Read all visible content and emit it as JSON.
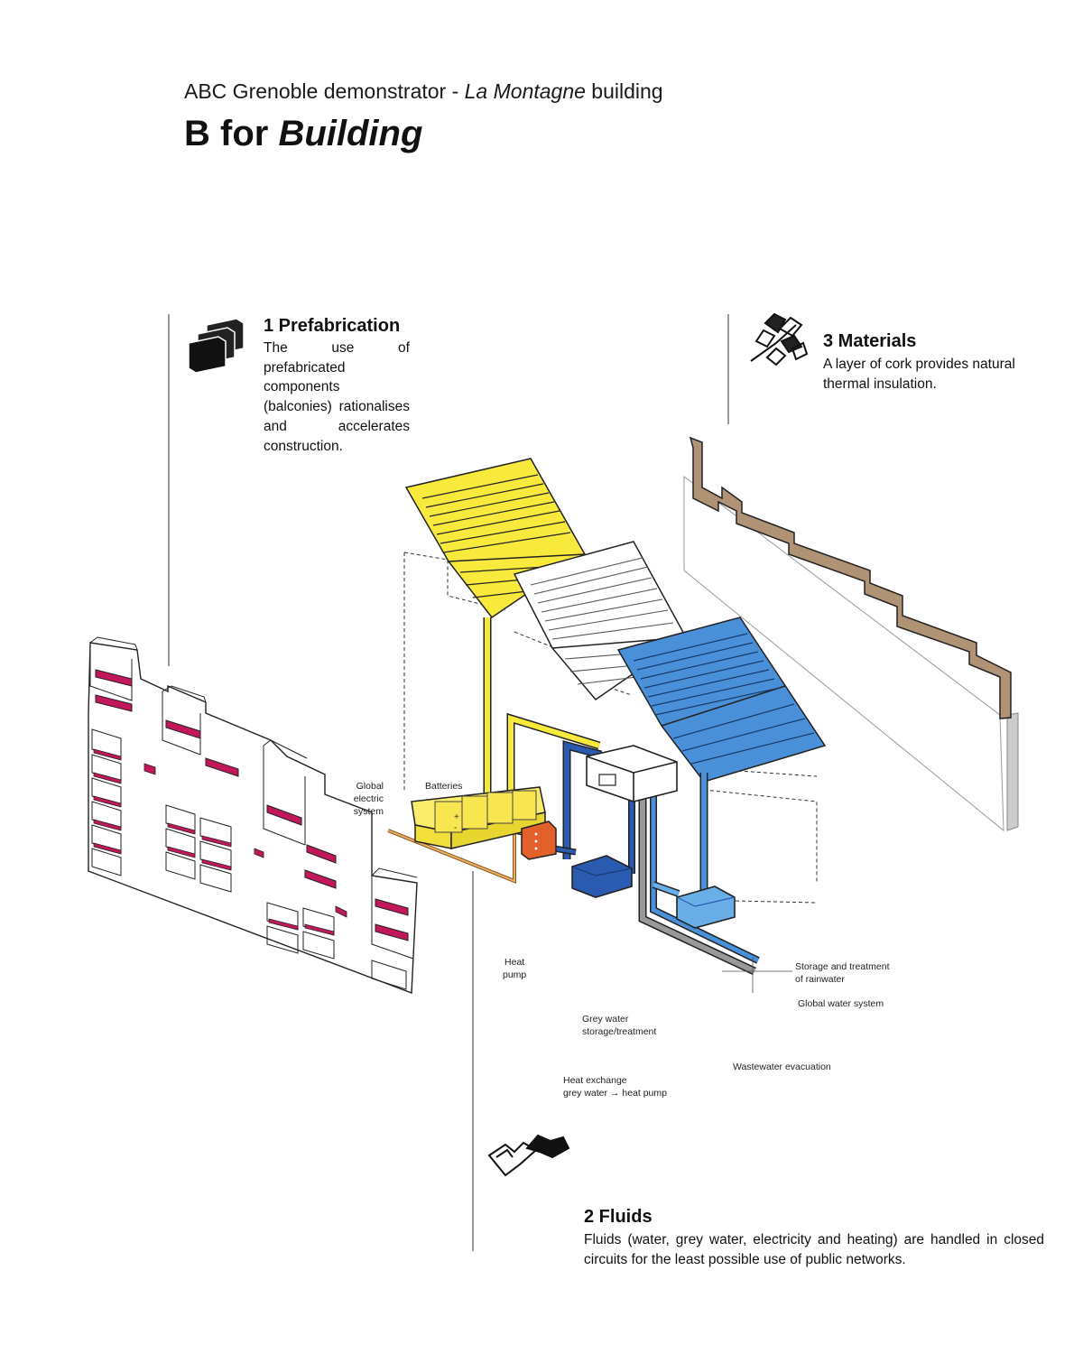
{
  "header": {
    "subtitle_pre": "ABC Grenoble demonstrator - ",
    "subtitle_italic": "La Montagne",
    "subtitle_post": " building",
    "title_pre": "B for ",
    "title_italic": "Building"
  },
  "sections": {
    "prefabrication": {
      "title": "1 Prefabrication",
      "body": "The use of prefabricated components (balconies) rationalises and accelerates construction."
    },
    "materials": {
      "title": "3 Materials",
      "body": "A layer of cork provides natural thermal insulation."
    },
    "fluids": {
      "title": "2 Fluids",
      "body": "Fluids (water, grey water, electricity and heating) are handled in closed circuits for the least possible use of public networks."
    }
  },
  "labels": {
    "global_electric": "Global\nelectric\nsystem",
    "batteries": "Batteries",
    "heat_pump": "Heat\npump",
    "grey_water_storage": "Grey water\nstorage/treatment",
    "heat_exchange": "Heat exchange\ngrey water → heat pump",
    "storage_rainwater": "Storage and treatment\nof rainwater",
    "global_water": "Global water system",
    "wastewater": "Wastewater evacuation"
  },
  "icons": [
    "stacked-blocks-icon",
    "leaf-branch-icon",
    "pipes-icon"
  ],
  "colors": {
    "solar_yellow": "#f7ea3c",
    "battery_yellow": "#f9ec6a",
    "blue_panel": "#4a90d9",
    "dark_blue_tank": "#2a5bb0",
    "light_blue_tank": "#6aaee8",
    "orange_box": "#e2602a",
    "cork_brown": "#b09274",
    "balcony_magenta": "#c2185b"
  }
}
